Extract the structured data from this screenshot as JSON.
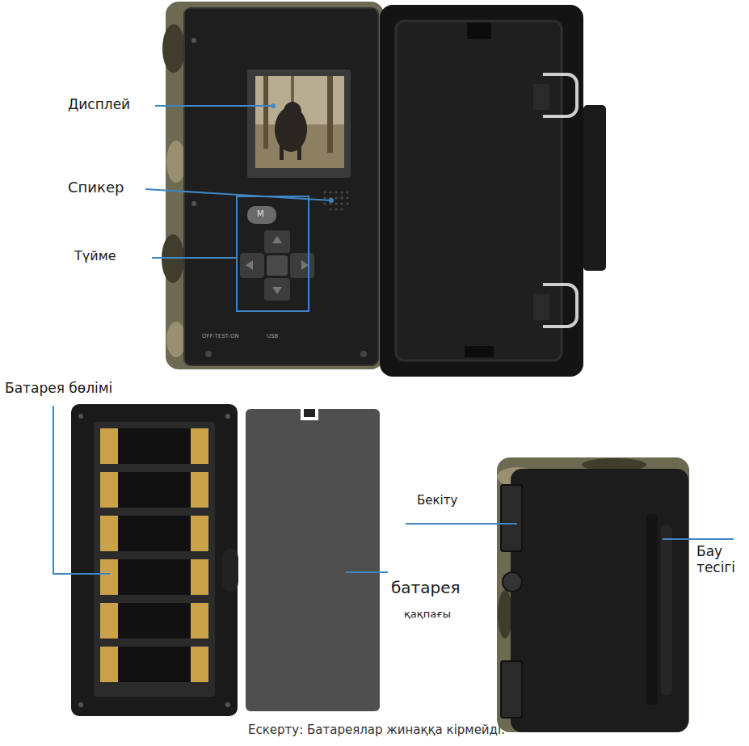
{
  "diagram": {
    "caption": "Ескерту: Батареялар жинаққа кірмейді.",
    "labels": [
      "Дисплей",
      "Спикер",
      "Түйме",
      "OFF-TEST-ON",
      "USB",
      "M",
      "Батарея бөлімі",
      "Бекіту",
      "батарея",
      "қақпағы",
      "Бау тесігі"
    ]
  }
}
